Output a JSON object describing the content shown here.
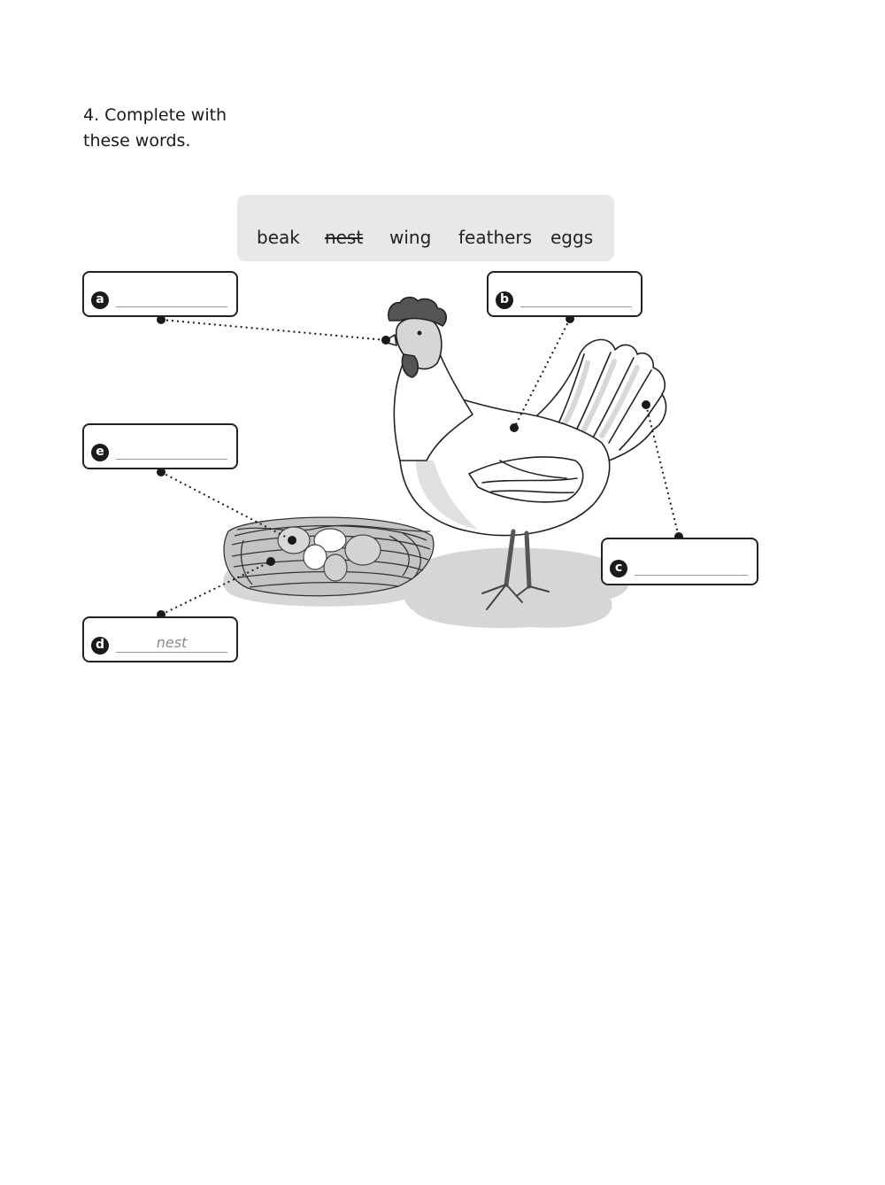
{
  "instruction": {
    "line1": "4. Complete with",
    "line2": "these words."
  },
  "word_bank": {
    "words": [
      {
        "text": "beak",
        "struck": false
      },
      {
        "text": "nest",
        "struck": true
      },
      {
        "text": "wing",
        "struck": false
      },
      {
        "text": "feathers",
        "struck": false
      },
      {
        "text": "eggs",
        "struck": false
      }
    ]
  },
  "labels": [
    {
      "letter": "a",
      "answer": "",
      "points_to": "beak"
    },
    {
      "letter": "b",
      "answer": "",
      "points_to": "body"
    },
    {
      "letter": "c",
      "answer": "",
      "points_to": "tail feathers"
    },
    {
      "letter": "d",
      "answer": "nest",
      "points_to": "nest"
    },
    {
      "letter": "e",
      "answer": "",
      "points_to": "eggs"
    }
  ],
  "colors": {
    "word_bank_bg": "#e8e8e8",
    "badge": "#1a1a1a",
    "answer_text": "#8a8a8a",
    "comb": "#555555",
    "ground_shadow": "#d9d9d9"
  }
}
